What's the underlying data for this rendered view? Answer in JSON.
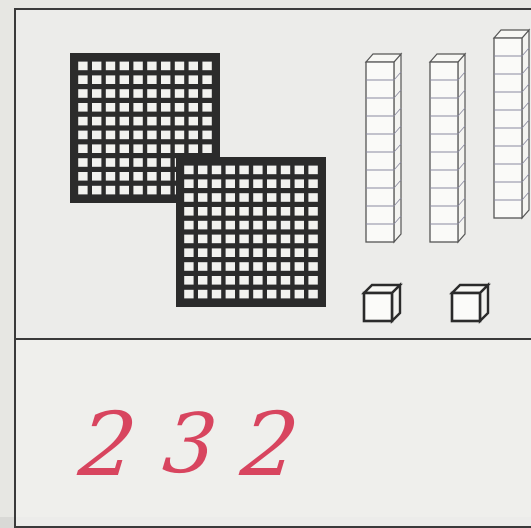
{
  "answer": {
    "digits": [
      "2",
      "3",
      "2"
    ]
  },
  "blocks": {
    "hundreds": 2,
    "tens": 3,
    "ones": 2
  },
  "colors": {
    "ink": "#2b2b2b",
    "handwriting": "#d8455f",
    "paper": "#ececea"
  },
  "icons": {
    "hundred_flat": "hundred-block-icon",
    "ten_rod": "ten-rod-icon",
    "unit_cube": "unit-cube-icon"
  }
}
